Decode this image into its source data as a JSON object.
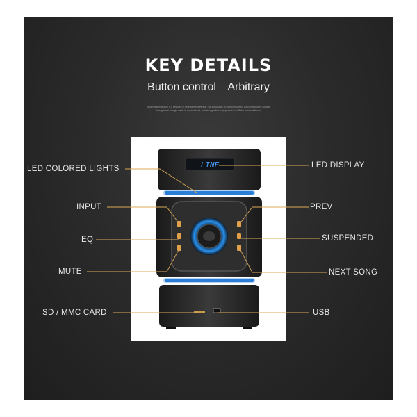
{
  "heading": {
    "title": "KEY DETAILS",
    "subtitle_left": "Button control",
    "subtitle_right": "Arbitrary",
    "fine_print_1": "Model reconstitution is a key step in reverse engineering. The acquisition of control mode for Loop establishes surface",
    "fine_print_2": "then general triangle mesh is reconstituted, and an algorithm is proposed to fulfill the reconstitution of"
  },
  "device": {
    "display_text": "LINE",
    "accent_color": "#2a7fd6",
    "button_color": "#e0a04a",
    "body_color": "#2a2a2a"
  },
  "callouts": {
    "led_colored_lights": "LED COLORED LIGHTS",
    "input": "INPUT",
    "eq": "EQ",
    "mute": "MUTE",
    "sd_mmc_card": "SD / MMC CARD",
    "led_display": "LED DISPLAY",
    "prev": "PREV",
    "suspended": "SUSPENDED",
    "next_song": "NEXT SONG",
    "usb": "USB"
  },
  "colors": {
    "panel_background": "#2b2b2b",
    "leader_line": "#d9a85a",
    "label_text": "#e6e6e6"
  }
}
